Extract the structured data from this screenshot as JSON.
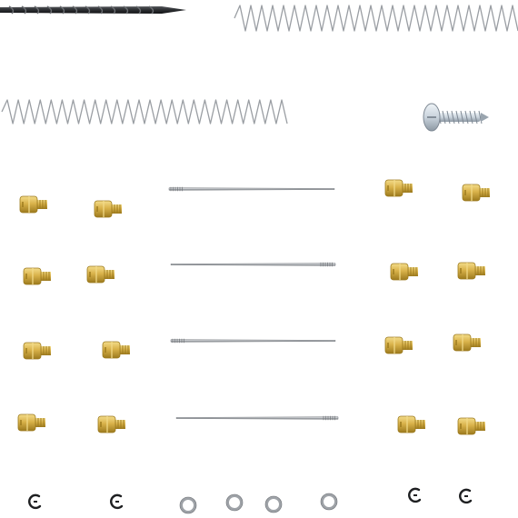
{
  "scene": {
    "background": "#ffffff",
    "colors": {
      "brass": "#d9b24a",
      "brass_dark": "#9c7a1e",
      "brass_light": "#f3dc8a",
      "steel": "#b9bcc0",
      "steel_dark": "#6f7378",
      "drill_bit": "#2b2d30",
      "spring": "#9a9ea3",
      "screw": "#c9d3dc"
    },
    "parts": {
      "drill_bit_count": 1,
      "long_spring_count": 2,
      "screw_count": 1,
      "brass_jet_count": 16,
      "jet_needle_count": 4,
      "e_clip_count": 4,
      "washer_count": 4
    }
  }
}
